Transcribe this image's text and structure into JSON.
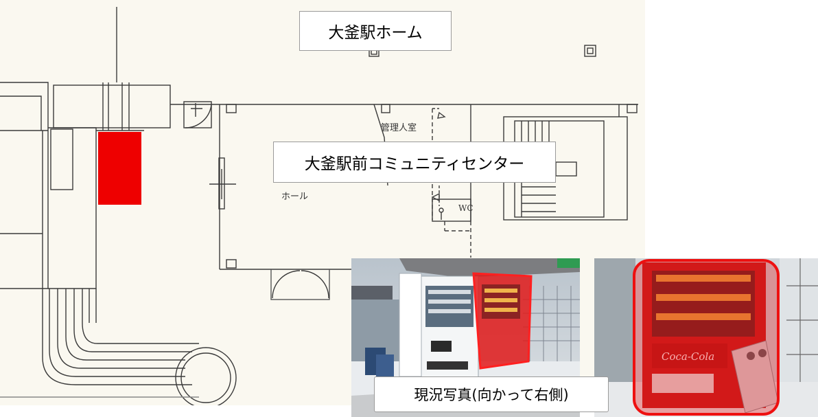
{
  "labels": {
    "platform": "大釜駅ホーム",
    "center": "大釜駅前コミュニティセンター",
    "caption": "現況写真(向かって右側)"
  },
  "rooms": {
    "manager": "管理人室",
    "hall": "ホール",
    "wc": "WC"
  },
  "photos": {
    "brand_text": "Coca-Cola"
  },
  "colors": {
    "marker": "#ee0000",
    "highlight": "#e81818",
    "paper": "#faf8f0",
    "line": "#333333"
  }
}
